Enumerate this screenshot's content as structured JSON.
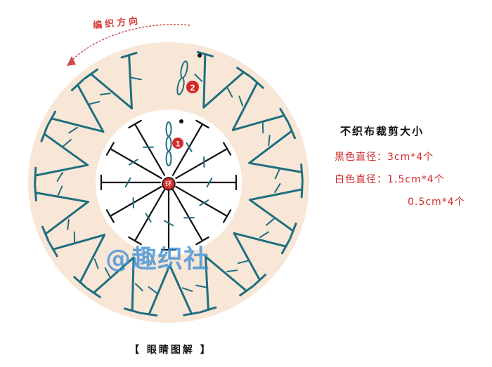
{
  "direction_label": "编织方向",
  "center_label": "环",
  "round_markers": [
    "1",
    "2"
  ],
  "specs": {
    "title": "不织布裁剪大小",
    "lines": [
      "黑色直径：3cm*4个",
      "白色直径：1.5cm*4个",
      "0.5cm*4个"
    ]
  },
  "watermark": "@趣织社",
  "caption": "【 眼睛图解 】",
  "colors": {
    "outer_ring": "#f8e6d6",
    "stitch": "#1f6f80",
    "inner_stitch": "#111111",
    "marker": "#d22a2a",
    "spec_text": "#d12a2a",
    "watermark": "#3c8fd8"
  },
  "icons": [
    "curved-arrow-icon",
    "chain-stitch-icon",
    "magic-ring-icon"
  ]
}
